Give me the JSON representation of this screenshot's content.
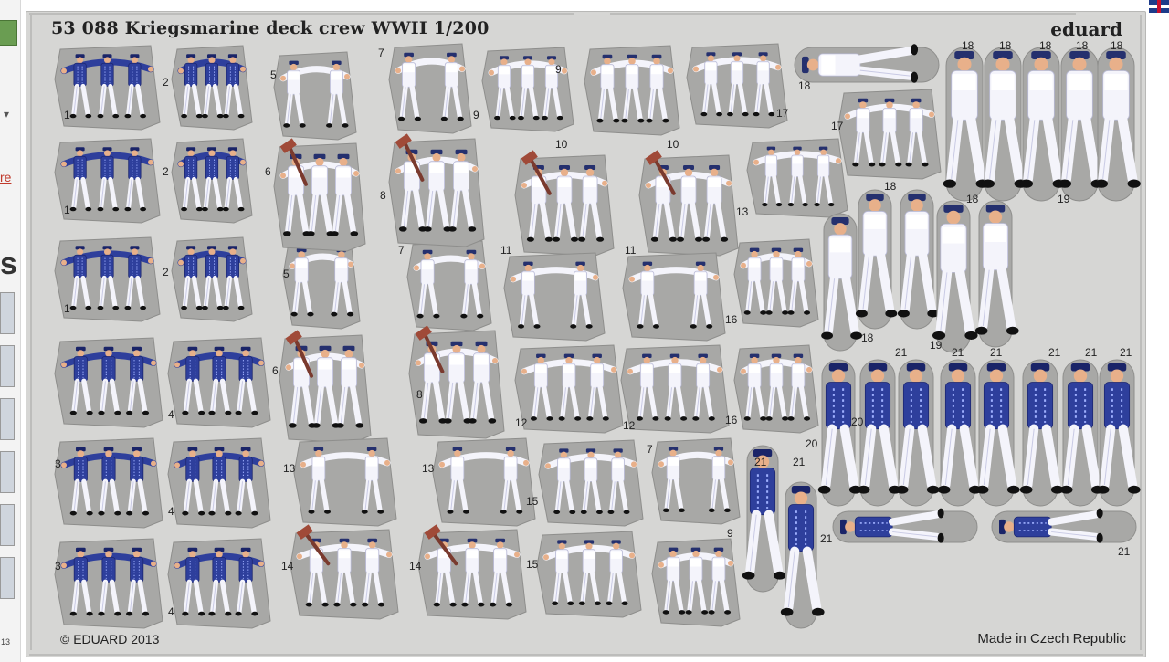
{
  "fret": {
    "title": "53 088 Kriegsmarine deck crew WWII 1/200",
    "brand": "eduard",
    "copyright": "© EDUARD 2013",
    "origin": "Made in Czech Republic"
  },
  "colors": {
    "fret_metal": "#d6d6d4",
    "carrier": "#a8a8a6",
    "blue_uniform": "#2e3f9c",
    "white_uniform": "#f4f4fb",
    "skin": "#e8b08a",
    "flag_pole": "#7a3a2e",
    "boots": "#111111",
    "belt": "#111111"
  },
  "background_page": {
    "link_text": "re",
    "heading_text": "s",
    "page_number": "13",
    "chevron": "▾"
  },
  "parts": [
    {
      "label": "1",
      "kind": "blue-trio"
    },
    {
      "label": "1",
      "kind": "blue-trio"
    },
    {
      "label": "1",
      "kind": "blue-trio"
    },
    {
      "label": "2",
      "kind": "blue-trio"
    },
    {
      "label": "2",
      "kind": "blue-trio"
    },
    {
      "label": "2",
      "kind": "blue-trio"
    },
    {
      "label": "3",
      "kind": "blue-trio"
    },
    {
      "label": "3",
      "kind": "blue-trio"
    },
    {
      "label": "3",
      "kind": "blue-trio"
    },
    {
      "label": "4",
      "kind": "blue-trio"
    },
    {
      "label": "4",
      "kind": "blue-trio"
    },
    {
      "label": "4",
      "kind": "blue-trio"
    },
    {
      "label": "5",
      "kind": "white-duo"
    },
    {
      "label": "5",
      "kind": "white-duo"
    },
    {
      "label": "6",
      "kind": "white-trio-flag"
    },
    {
      "label": "6",
      "kind": "white-trio-flag"
    },
    {
      "label": "7",
      "kind": "white-duo"
    },
    {
      "label": "7",
      "kind": "white-duo"
    },
    {
      "label": "7",
      "kind": "white-duo"
    },
    {
      "label": "8",
      "kind": "white-trio-flag"
    },
    {
      "label": "8",
      "kind": "white-trio-flag"
    },
    {
      "label": "9",
      "kind": "white-trio"
    },
    {
      "label": "9",
      "kind": "white-trio"
    },
    {
      "label": "9",
      "kind": "white-trio"
    },
    {
      "label": "10",
      "kind": "white-trio-flag"
    },
    {
      "label": "10",
      "kind": "white-trio-flag"
    },
    {
      "label": "11",
      "kind": "white-duo"
    },
    {
      "label": "11",
      "kind": "white-duo"
    },
    {
      "label": "12",
      "kind": "white-trio"
    },
    {
      "label": "12",
      "kind": "white-trio"
    },
    {
      "label": "13",
      "kind": "white-trio"
    },
    {
      "label": "13",
      "kind": "white-duo"
    },
    {
      "label": "13",
      "kind": "white-duo"
    },
    {
      "label": "14",
      "kind": "white-trio-flag"
    },
    {
      "label": "14",
      "kind": "white-trio-flag"
    },
    {
      "label": "15",
      "kind": "white-trio"
    },
    {
      "label": "15",
      "kind": "white-trio"
    },
    {
      "label": "16",
      "kind": "white-trio"
    },
    {
      "label": "16",
      "kind": "white-trio"
    },
    {
      "label": "17",
      "kind": "white-trio"
    },
    {
      "label": "17",
      "kind": "white-trio"
    },
    {
      "label": "18",
      "kind": "white-single"
    },
    {
      "label": "18",
      "kind": "white-single"
    },
    {
      "label": "18",
      "kind": "white-single"
    },
    {
      "label": "18",
      "kind": "white-single"
    },
    {
      "label": "18",
      "kind": "white-single"
    },
    {
      "label": "18",
      "kind": "white-single"
    },
    {
      "label": "18",
      "kind": "white-single"
    },
    {
      "label": "18",
      "kind": "white-single"
    },
    {
      "label": "18",
      "kind": "white-single"
    },
    {
      "label": "19",
      "kind": "white-single"
    },
    {
      "label": "19",
      "kind": "white-single"
    },
    {
      "label": "20",
      "kind": "blue-single"
    },
    {
      "label": "20",
      "kind": "blue-single"
    },
    {
      "label": "21",
      "kind": "blue-single"
    },
    {
      "label": "21",
      "kind": "blue-single"
    },
    {
      "label": "21",
      "kind": "blue-single"
    },
    {
      "label": "21",
      "kind": "blue-single"
    },
    {
      "label": "21",
      "kind": "blue-single"
    },
    {
      "label": "21",
      "kind": "blue-single"
    },
    {
      "label": "21",
      "kind": "blue-single"
    },
    {
      "label": "21",
      "kind": "blue-single"
    },
    {
      "label": "21",
      "kind": "blue-single"
    },
    {
      "label": "21",
      "kind": "blue-single"
    }
  ]
}
